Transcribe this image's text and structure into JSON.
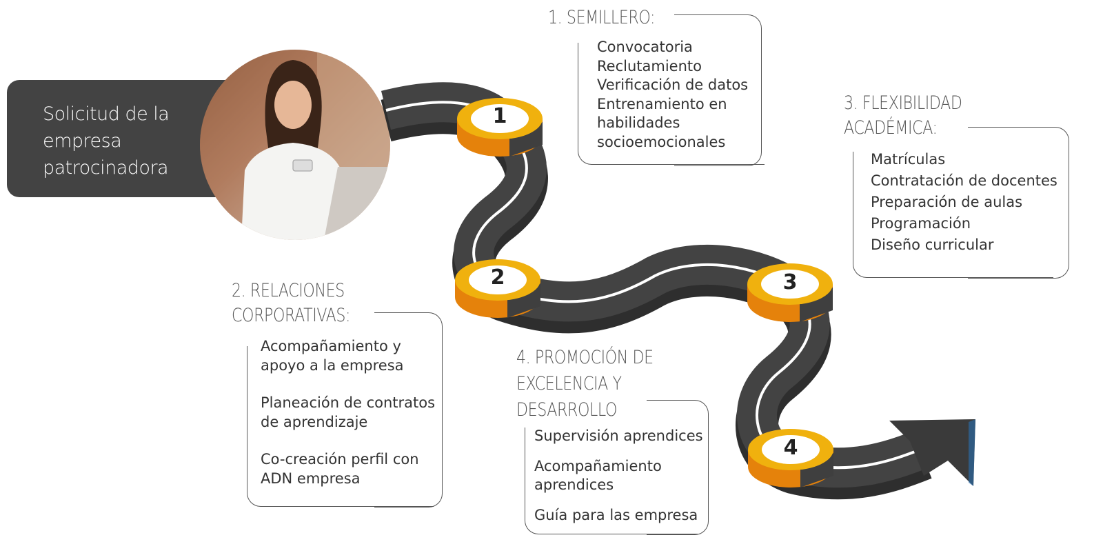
{
  "start": {
    "lines": [
      "Solicitud de la",
      "empresa",
      "patrocinadora"
    ]
  },
  "steps": [
    {
      "number": "1",
      "title": "1. SEMILLERO:",
      "items": [
        "Convocatoria",
        "Reclutamiento",
        "Verificación de datos",
        "Entrenamiento en",
        "habilidades",
        "socioemocionales"
      ]
    },
    {
      "number": "2",
      "title_lines": [
        "2. RELACIONES",
        "CORPORATIVAS:"
      ],
      "items": [
        [
          "Acompañamiento y",
          "apoyo a la empresa"
        ],
        [
          "Planeación de contratos",
          "de aprendizaje"
        ],
        [
          "Co-creación perfil con",
          "ADN empresa"
        ]
      ]
    },
    {
      "number": "3",
      "title_lines": [
        "3. FLEXIBILIDAD",
        "ACADÉMICA:"
      ],
      "items": [
        "Matrículas",
        "Contratación de docentes",
        "Preparación de aulas",
        "Programación",
        "Diseño curricular"
      ]
    },
    {
      "number": "4",
      "title_lines": [
        "4. PROMOCIÓN DE",
        "EXCELENCIA Y",
        "DESARROLLO"
      ],
      "items": [
        [
          "Supervisión aprendices"
        ],
        [
          "Acompañamiento",
          "aprendices"
        ],
        [
          "Guía para las empresa"
        ]
      ]
    }
  ],
  "colors": {
    "road": "#3f3f3f",
    "road_side": "#2f2f2f",
    "marker_top": "#f0b10e",
    "marker_side": "#e5820b",
    "box_dark": "#434343"
  }
}
